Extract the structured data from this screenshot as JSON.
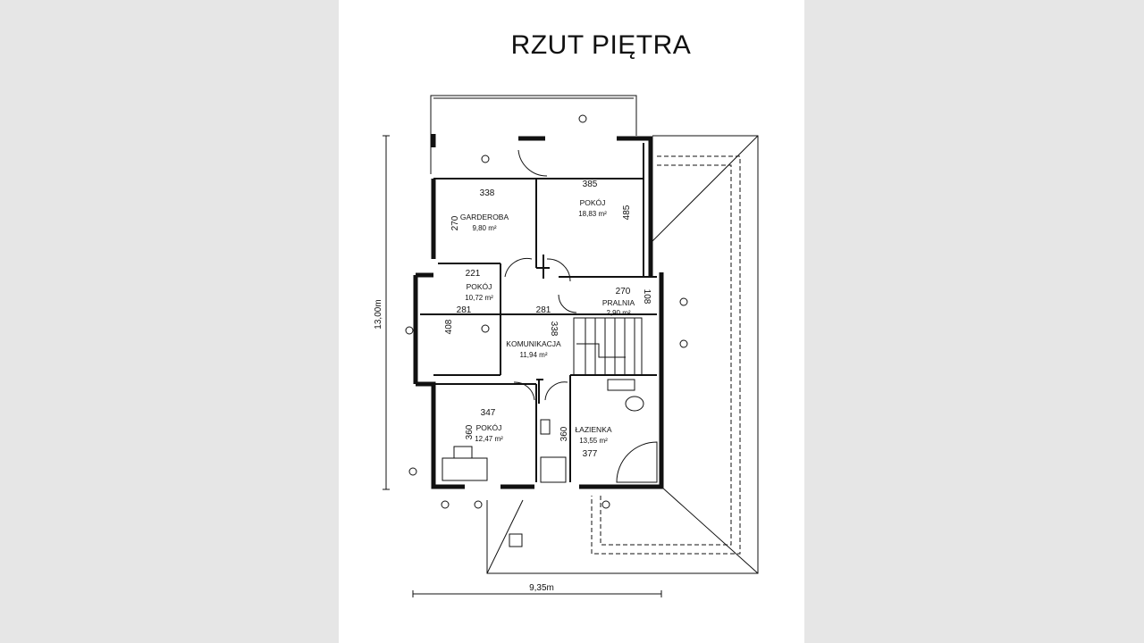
{
  "title": "RZUT PIĘTRA",
  "overall": {
    "height": "13,00m",
    "width": "9,35m"
  },
  "rooms": [
    {
      "name": "GARDEROBA",
      "area": "9,80 m²"
    },
    {
      "name": "POKÓJ",
      "area": "18,83 m²"
    },
    {
      "name": "POKÓJ",
      "area": "10,72 m²"
    },
    {
      "name": "PRALNIA",
      "area": "2,90 m²"
    },
    {
      "name": "KOMUNIKACJA",
      "area": "11,94 m²"
    },
    {
      "name": "POKÓJ",
      "area": "12,47 m²"
    },
    {
      "name": "ŁAZIENKA",
      "area": "13,55 m²"
    }
  ],
  "dims": [
    "338",
    "270",
    "385",
    "485",
    "221",
    "281",
    "281",
    "408",
    "338",
    "270",
    "108",
    "347",
    "360",
    "360",
    "377"
  ],
  "colors": {
    "background": "#e6e6e6",
    "sheet": "#ffffff",
    "ink": "#111111"
  }
}
